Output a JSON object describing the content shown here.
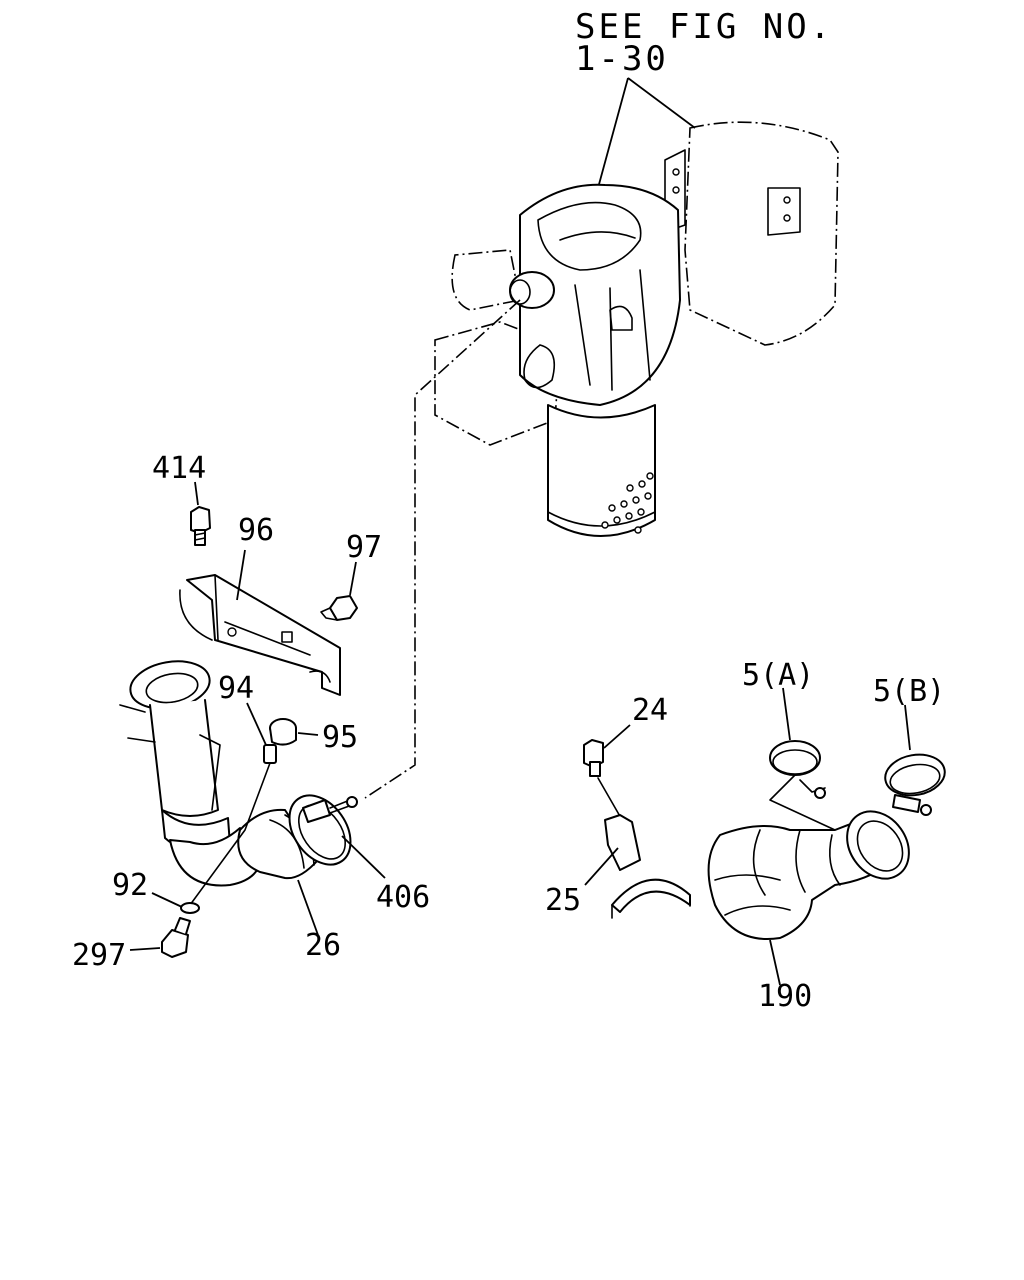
{
  "reference": {
    "line1": "SEE FIG NO.",
    "line2": "1-30"
  },
  "callouts": {
    "c414": "414",
    "c96": "96",
    "c97": "97",
    "c94": "94",
    "c95": "95",
    "c92": "92",
    "c297": "297",
    "c26": "26",
    "c406": "406",
    "c24": "24",
    "c25": "25",
    "c5a": "5(A)",
    "c5b": "5(B)",
    "c190": "190"
  }
}
